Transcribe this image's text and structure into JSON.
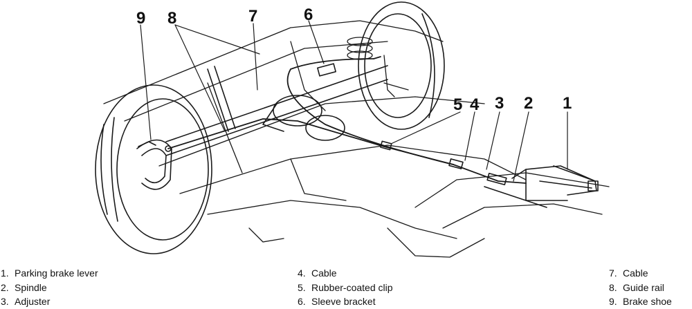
{
  "callouts": [
    "9",
    "8",
    "7",
    "6",
    "5",
    "4",
    "3",
    "2",
    "1"
  ],
  "legend": [
    {
      "num": "1.",
      "label": "Parking brake lever"
    },
    {
      "num": "2.",
      "label": "Spindle"
    },
    {
      "num": "3.",
      "label": "Adjuster"
    },
    {
      "num": "4.",
      "label": "Cable"
    },
    {
      "num": "5.",
      "label": "Rubber-coated clip"
    },
    {
      "num": "6.",
      "label": "Sleeve bracket"
    },
    {
      "num": "7.",
      "label": "Cable"
    },
    {
      "num": "8.",
      "label": "Guide rail"
    },
    {
      "num": "9.",
      "label": "Brake shoe"
    }
  ]
}
